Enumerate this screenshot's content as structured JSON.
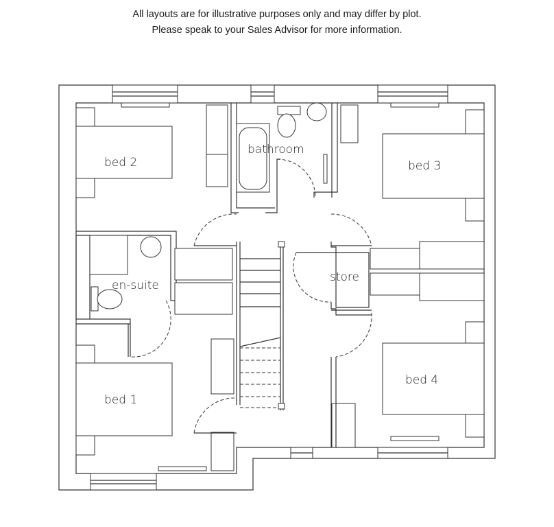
{
  "disclaimer": {
    "line1": "All layouts are for illustrative purposes only and may differ by plot.",
    "line2": "Please speak to your Sales Advisor for more information."
  },
  "rooms": {
    "bed2": "bed 2",
    "bathroom": "bathroom",
    "bed3": "bed 3",
    "ensuite": "en-suite",
    "store": "store",
    "bed1": "bed 1",
    "bed4": "bed 4"
  }
}
